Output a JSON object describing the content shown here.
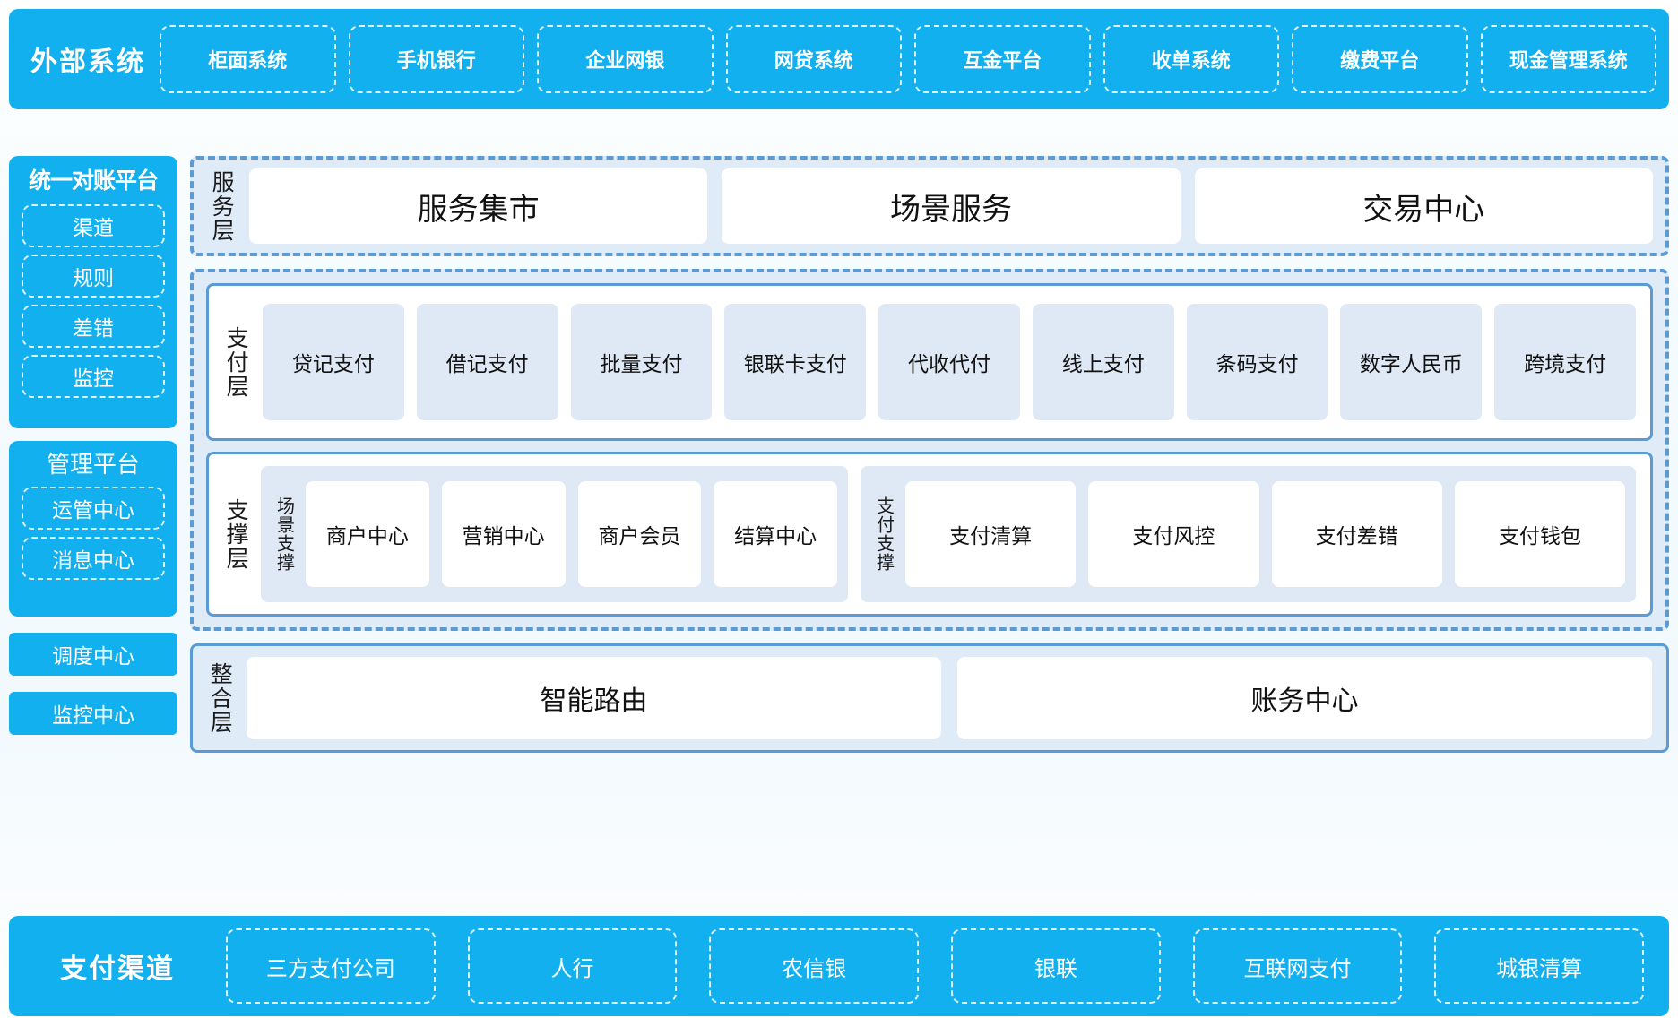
{
  "external_systems": {
    "title": "外部系统",
    "items": [
      "柜面系统",
      "手机银行",
      "企业网银",
      "网贷系统",
      "互金平台",
      "收单系统",
      "缴费平台",
      "现金管理系统"
    ]
  },
  "sidebar": {
    "recon_platform": {
      "title": "统一对账平台",
      "items": [
        "渠道",
        "规则",
        "差错",
        "监控"
      ]
    },
    "manage_platform": {
      "title": "管理平台",
      "items": [
        "运管中心",
        "消息中心"
      ]
    },
    "dispatch_center": "调度中心",
    "monitor_center": "监控中心"
  },
  "service_layer": {
    "label": "服务层",
    "cards": [
      "服务集市",
      "场景服务",
      "交易中心"
    ]
  },
  "payment_layer": {
    "label": "支付层",
    "items": [
      "贷记支付",
      "借记支付",
      "批量支付",
      "银联卡支付",
      "代收代付",
      "线上支付",
      "条码支付",
      "数字人民币",
      "跨境支付"
    ]
  },
  "support_layer": {
    "label": "支撑层",
    "groups": [
      {
        "label": "场景支撑",
        "items": [
          "商户中心",
          "营销中心",
          "商户会员",
          "结算中心"
        ]
      },
      {
        "label": "支付支撑",
        "items": [
          "支付清算",
          "支付风控",
          "支付差错",
          "支付钱包"
        ]
      }
    ]
  },
  "integration_layer": {
    "label": "整合层",
    "cards": [
      "智能路由",
      "账务中心"
    ]
  },
  "payment_channels": {
    "title": "支付渠道",
    "items": [
      "三方支付公司",
      "人行",
      "农信银",
      "银联",
      "互联网支付",
      "城银清算"
    ]
  },
  "colors": {
    "brand_blue": "#12b0ef",
    "accent_blue": "#5b9bd5",
    "group_fill": "#dfebf7",
    "card_fill": "#dfe9f5",
    "white": "#ffffff"
  }
}
